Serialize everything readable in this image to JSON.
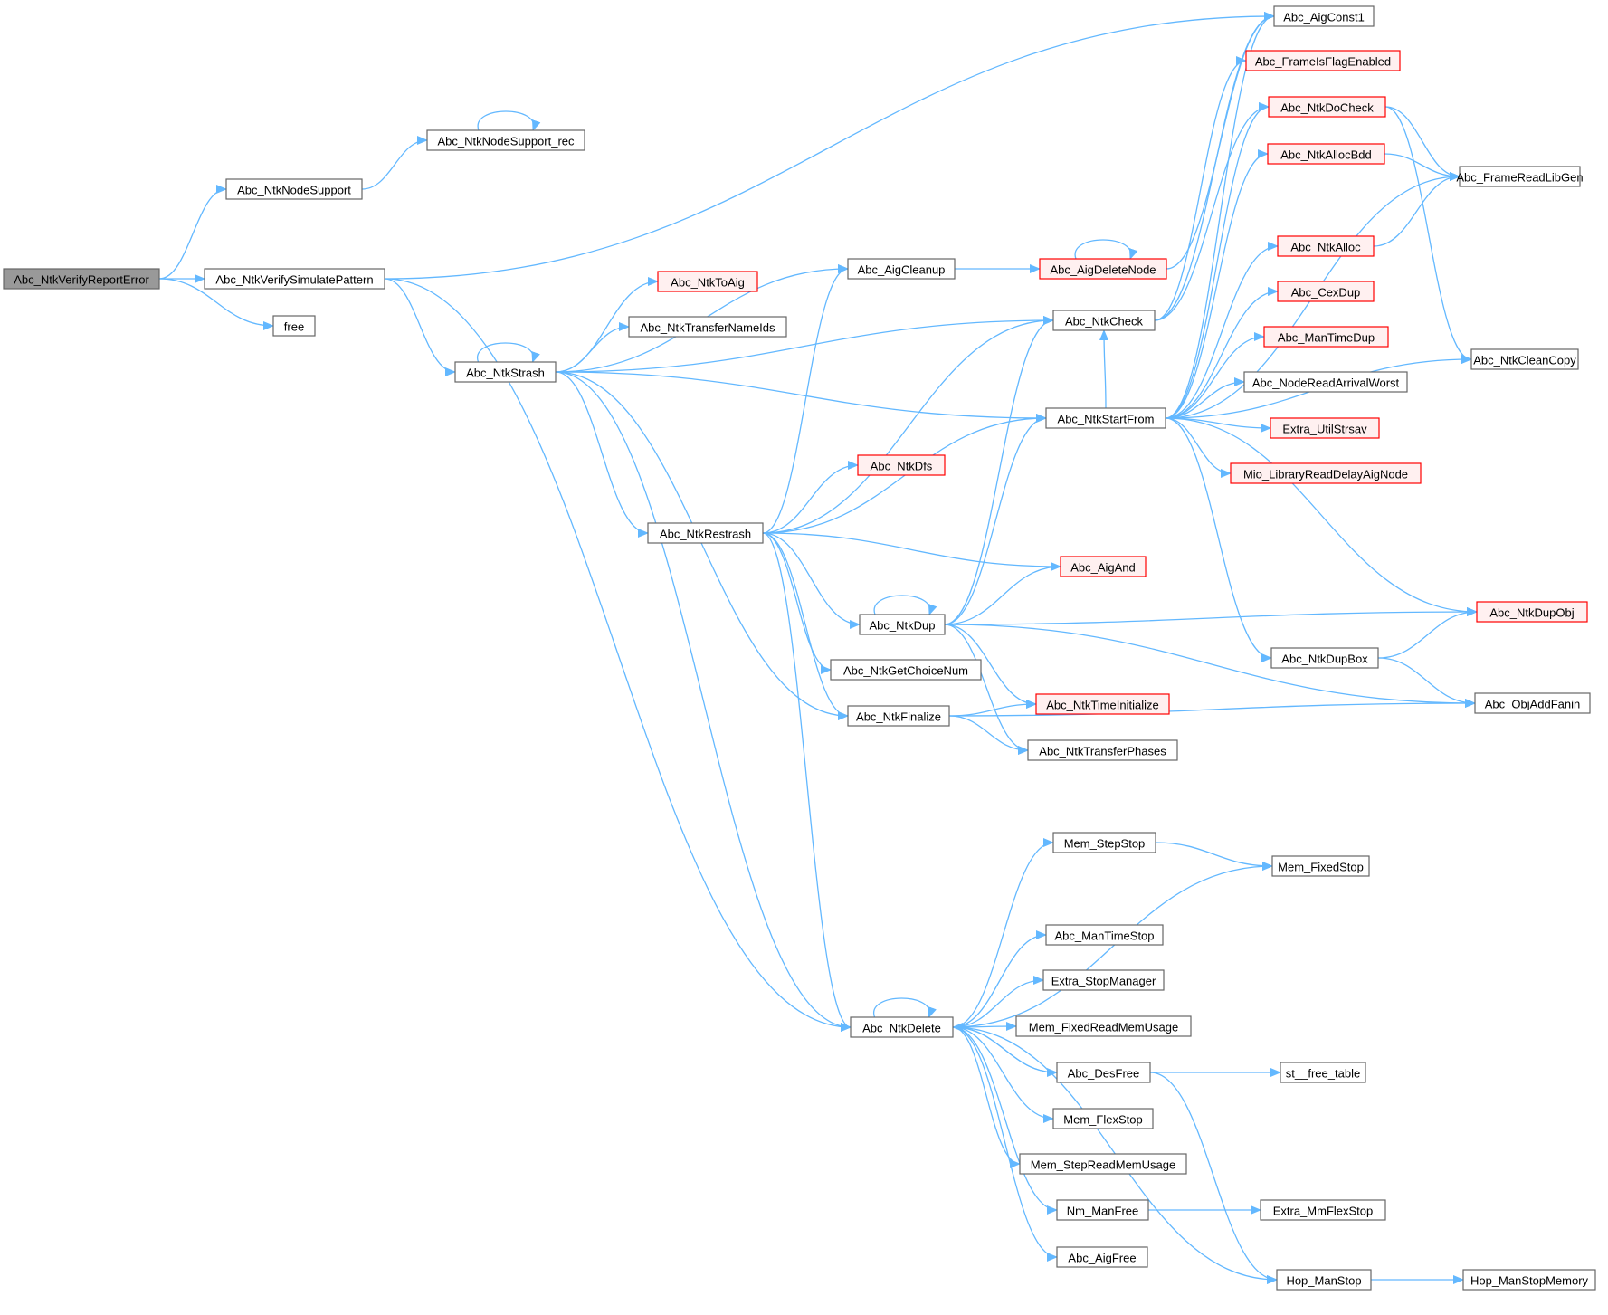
{
  "graph": {
    "colors": {
      "edge": "#63b8ff",
      "node_border": "#666666",
      "node_fill": "#ffffff",
      "root_fill": "#999999",
      "truncated_border": "#ff0000",
      "truncated_fill": "#fff0f0"
    },
    "nodes": [
      {
        "id": "n0",
        "label": "Abc_NtkVerifyReportError",
        "kind": "root"
      },
      {
        "id": "n1",
        "label": "Abc_NtkNodeSupport",
        "kind": "normal"
      },
      {
        "id": "n2",
        "label": "Abc_NtkNodeSupport_rec",
        "kind": "normal"
      },
      {
        "id": "n3",
        "label": "Abc_NtkVerifySimulatePattern",
        "kind": "normal"
      },
      {
        "id": "n4",
        "label": "free",
        "kind": "normal"
      },
      {
        "id": "n5",
        "label": "Abc_AigConst1",
        "kind": "normal"
      },
      {
        "id": "n6",
        "label": "Abc_NtkStrash",
        "kind": "normal"
      },
      {
        "id": "n7",
        "label": "Abc_NtkDelete",
        "kind": "normal"
      },
      {
        "id": "n8",
        "label": "Abc_FrameIsFlagEnabled",
        "kind": "truncated"
      },
      {
        "id": "n9",
        "label": "Abc_NtkDoCheck",
        "kind": "truncated"
      },
      {
        "id": "n10",
        "label": "Abc_NtkAllocBdd",
        "kind": "truncated"
      },
      {
        "id": "n11",
        "label": "Abc_FrameReadLibGen",
        "kind": "normal"
      },
      {
        "id": "n12",
        "label": "Abc_NtkAlloc",
        "kind": "truncated"
      },
      {
        "id": "n13",
        "label": "Abc_CexDup",
        "kind": "truncated"
      },
      {
        "id": "n14",
        "label": "Abc_ManTimeDup",
        "kind": "truncated"
      },
      {
        "id": "n15",
        "label": "Abc_NodeReadArrivalWorst",
        "kind": "normal"
      },
      {
        "id": "n16",
        "label": "Extra_UtilStrsav",
        "kind": "truncated"
      },
      {
        "id": "n17",
        "label": "Mio_LibraryReadDelayAigNode",
        "kind": "truncated"
      },
      {
        "id": "n18",
        "label": "Abc_NtkCleanCopy",
        "kind": "normal"
      },
      {
        "id": "n19",
        "label": "Abc_NtkDupObj",
        "kind": "truncated"
      },
      {
        "id": "n20",
        "label": "Abc_NtkDupBox",
        "kind": "normal"
      },
      {
        "id": "n21",
        "label": "Abc_ObjAddFanin",
        "kind": "normal"
      },
      {
        "id": "n22",
        "label": "Abc_AigCleanup",
        "kind": "normal"
      },
      {
        "id": "n23",
        "label": "Abc_AigDeleteNode",
        "kind": "truncated"
      },
      {
        "id": "n24",
        "label": "Abc_NtkToAig",
        "kind": "truncated"
      },
      {
        "id": "n25",
        "label": "Abc_NtkTransferNameIds",
        "kind": "normal"
      },
      {
        "id": "n26",
        "label": "Abc_NtkCheck",
        "kind": "normal"
      },
      {
        "id": "n27",
        "label": "Abc_NtkStartFrom",
        "kind": "normal"
      },
      {
        "id": "n28",
        "label": "Abc_NtkRestrash",
        "kind": "normal"
      },
      {
        "id": "n29",
        "label": "Abc_NtkDfs",
        "kind": "truncated"
      },
      {
        "id": "n30",
        "label": "Abc_AigAnd",
        "kind": "truncated"
      },
      {
        "id": "n31",
        "label": "Abc_NtkDup",
        "kind": "normal"
      },
      {
        "id": "n32",
        "label": "Abc_NtkGetChoiceNum",
        "kind": "normal"
      },
      {
        "id": "n33",
        "label": "Abc_NtkFinalize",
        "kind": "normal"
      },
      {
        "id": "n34",
        "label": "Abc_NtkTimeInitialize",
        "kind": "truncated"
      },
      {
        "id": "n35",
        "label": "Abc_NtkTransferPhases",
        "kind": "normal"
      },
      {
        "id": "n36",
        "label": "Mem_StepStop",
        "kind": "normal"
      },
      {
        "id": "n37",
        "label": "Mem_FixedStop",
        "kind": "normal"
      },
      {
        "id": "n38",
        "label": "Abc_ManTimeStop",
        "kind": "normal"
      },
      {
        "id": "n39",
        "label": "Extra_StopManager",
        "kind": "normal"
      },
      {
        "id": "n40",
        "label": "Mem_FixedReadMemUsage",
        "kind": "normal"
      },
      {
        "id": "n41",
        "label": "Abc_DesFree",
        "kind": "normal"
      },
      {
        "id": "n42",
        "label": "st__free_table",
        "kind": "normal"
      },
      {
        "id": "n43",
        "label": "Hop_ManStop",
        "kind": "normal"
      },
      {
        "id": "n44",
        "label": "Mem_FlexStop",
        "kind": "normal"
      },
      {
        "id": "n45",
        "label": "Mem_StepReadMemUsage",
        "kind": "normal"
      },
      {
        "id": "n46",
        "label": "Nm_ManFree",
        "kind": "normal"
      },
      {
        "id": "n47",
        "label": "Extra_MmFlexStop",
        "kind": "normal"
      },
      {
        "id": "n48",
        "label": "Abc_AigFree",
        "kind": "normal"
      },
      {
        "id": "n49",
        "label": "Hop_ManStopMemory",
        "kind": "normal"
      }
    ],
    "edges": [
      [
        "n0",
        "n1"
      ],
      [
        "n0",
        "n3"
      ],
      [
        "n0",
        "n4"
      ],
      [
        "n1",
        "n2"
      ],
      [
        "n2",
        "n2"
      ],
      [
        "n3",
        "n5"
      ],
      [
        "n3",
        "n6"
      ],
      [
        "n3",
        "n7"
      ],
      [
        "n6",
        "n6"
      ],
      [
        "n6",
        "n22"
      ],
      [
        "n6",
        "n24"
      ],
      [
        "n6",
        "n25"
      ],
      [
        "n6",
        "n26"
      ],
      [
        "n6",
        "n27"
      ],
      [
        "n6",
        "n28"
      ],
      [
        "n6",
        "n33"
      ],
      [
        "n6",
        "n7"
      ],
      [
        "n22",
        "n23"
      ],
      [
        "n23",
        "n23"
      ],
      [
        "n23",
        "n5"
      ],
      [
        "n26",
        "n5"
      ],
      [
        "n26",
        "n8"
      ],
      [
        "n26",
        "n9"
      ],
      [
        "n9",
        "n11"
      ],
      [
        "n9",
        "n18"
      ],
      [
        "n10",
        "n11"
      ],
      [
        "n12",
        "n11"
      ],
      [
        "n27",
        "n5"
      ],
      [
        "n27",
        "n9"
      ],
      [
        "n27",
        "n10"
      ],
      [
        "n27",
        "n11"
      ],
      [
        "n27",
        "n12"
      ],
      [
        "n27",
        "n13"
      ],
      [
        "n27",
        "n14"
      ],
      [
        "n27",
        "n15"
      ],
      [
        "n27",
        "n16"
      ],
      [
        "n27",
        "n17"
      ],
      [
        "n27",
        "n18"
      ],
      [
        "n27",
        "n19"
      ],
      [
        "n27",
        "n20"
      ],
      [
        "n27",
        "n26"
      ],
      [
        "n20",
        "n19"
      ],
      [
        "n20",
        "n21"
      ],
      [
        "n28",
        "n22"
      ],
      [
        "n28",
        "n26"
      ],
      [
        "n28",
        "n27"
      ],
      [
        "n28",
        "n29"
      ],
      [
        "n28",
        "n30"
      ],
      [
        "n28",
        "n31"
      ],
      [
        "n28",
        "n32"
      ],
      [
        "n28",
        "n33"
      ],
      [
        "n28",
        "n7"
      ],
      [
        "n31",
        "n31"
      ],
      [
        "n31",
        "n26"
      ],
      [
        "n31",
        "n27"
      ],
      [
        "n31",
        "n30"
      ],
      [
        "n31",
        "n19"
      ],
      [
        "n31",
        "n21"
      ],
      [
        "n31",
        "n34"
      ],
      [
        "n31",
        "n35"
      ],
      [
        "n33",
        "n34"
      ],
      [
        "n33",
        "n35"
      ],
      [
        "n33",
        "n21"
      ],
      [
        "n7",
        "n7"
      ],
      [
        "n7",
        "n36"
      ],
      [
        "n7",
        "n37"
      ],
      [
        "n7",
        "n38"
      ],
      [
        "n7",
        "n39"
      ],
      [
        "n7",
        "n40"
      ],
      [
        "n7",
        "n41"
      ],
      [
        "n7",
        "n44"
      ],
      [
        "n7",
        "n45"
      ],
      [
        "n7",
        "n46"
      ],
      [
        "n7",
        "n48"
      ],
      [
        "n7",
        "n43"
      ],
      [
        "n36",
        "n37"
      ],
      [
        "n41",
        "n7"
      ],
      [
        "n41",
        "n42"
      ],
      [
        "n41",
        "n43"
      ],
      [
        "n46",
        "n47"
      ],
      [
        "n43",
        "n49"
      ]
    ]
  }
}
